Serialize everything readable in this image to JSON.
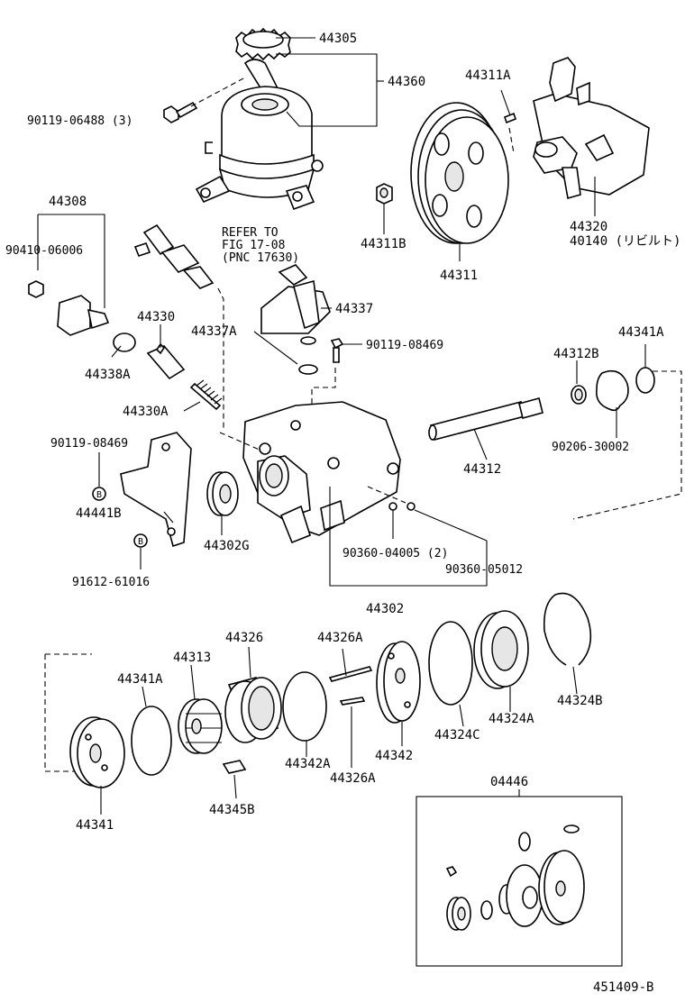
{
  "diagram": {
    "figure_code": "451409-B",
    "refer_note": [
      "REFER TO",
      "FIG 17-08",
      "(PNC 17630)"
    ],
    "kit_label": "04446",
    "bolt_marker": "B",
    "parts": {
      "p44305": "44305",
      "p44360": "44360",
      "p90119_06488": "90119-06488 (3)",
      "p44311A": "44311A",
      "p44308": "44308",
      "p90410_06006": "90410-06006",
      "p44311B": "44311B",
      "p44311": "44311",
      "p44320": "44320",
      "p40140": "40140 (リビルト)",
      "p44330": "44330",
      "p44337": "44337",
      "p44337A": "44337A",
      "p90119_08469_top": "90119-08469",
      "p44341A_top": "44341A",
      "p44338A": "44338A",
      "p44312B": "44312B",
      "p44330A": "44330A",
      "p90119_08469_left": "90119-08469",
      "p44312": "44312",
      "p90206_30002": "90206-30002",
      "p44441B": "44441B",
      "p44302G": "44302G",
      "p90360_04005": "90360-04005 (2)",
      "p90360_05012": "90360-05012",
      "p91612_61016": "91612-61016",
      "p44302": "44302",
      "p44326": "44326",
      "p44326A_top": "44326A",
      "p44313": "44313",
      "p44341A_bottom": "44341A",
      "p44324B": "44324B",
      "p44324A": "44324A",
      "p44342A": "44342A",
      "p44342": "44342",
      "p44324C": "44324C",
      "p44326A_bottom": "44326A",
      "p44341": "44341",
      "p44345B": "44345B"
    }
  }
}
